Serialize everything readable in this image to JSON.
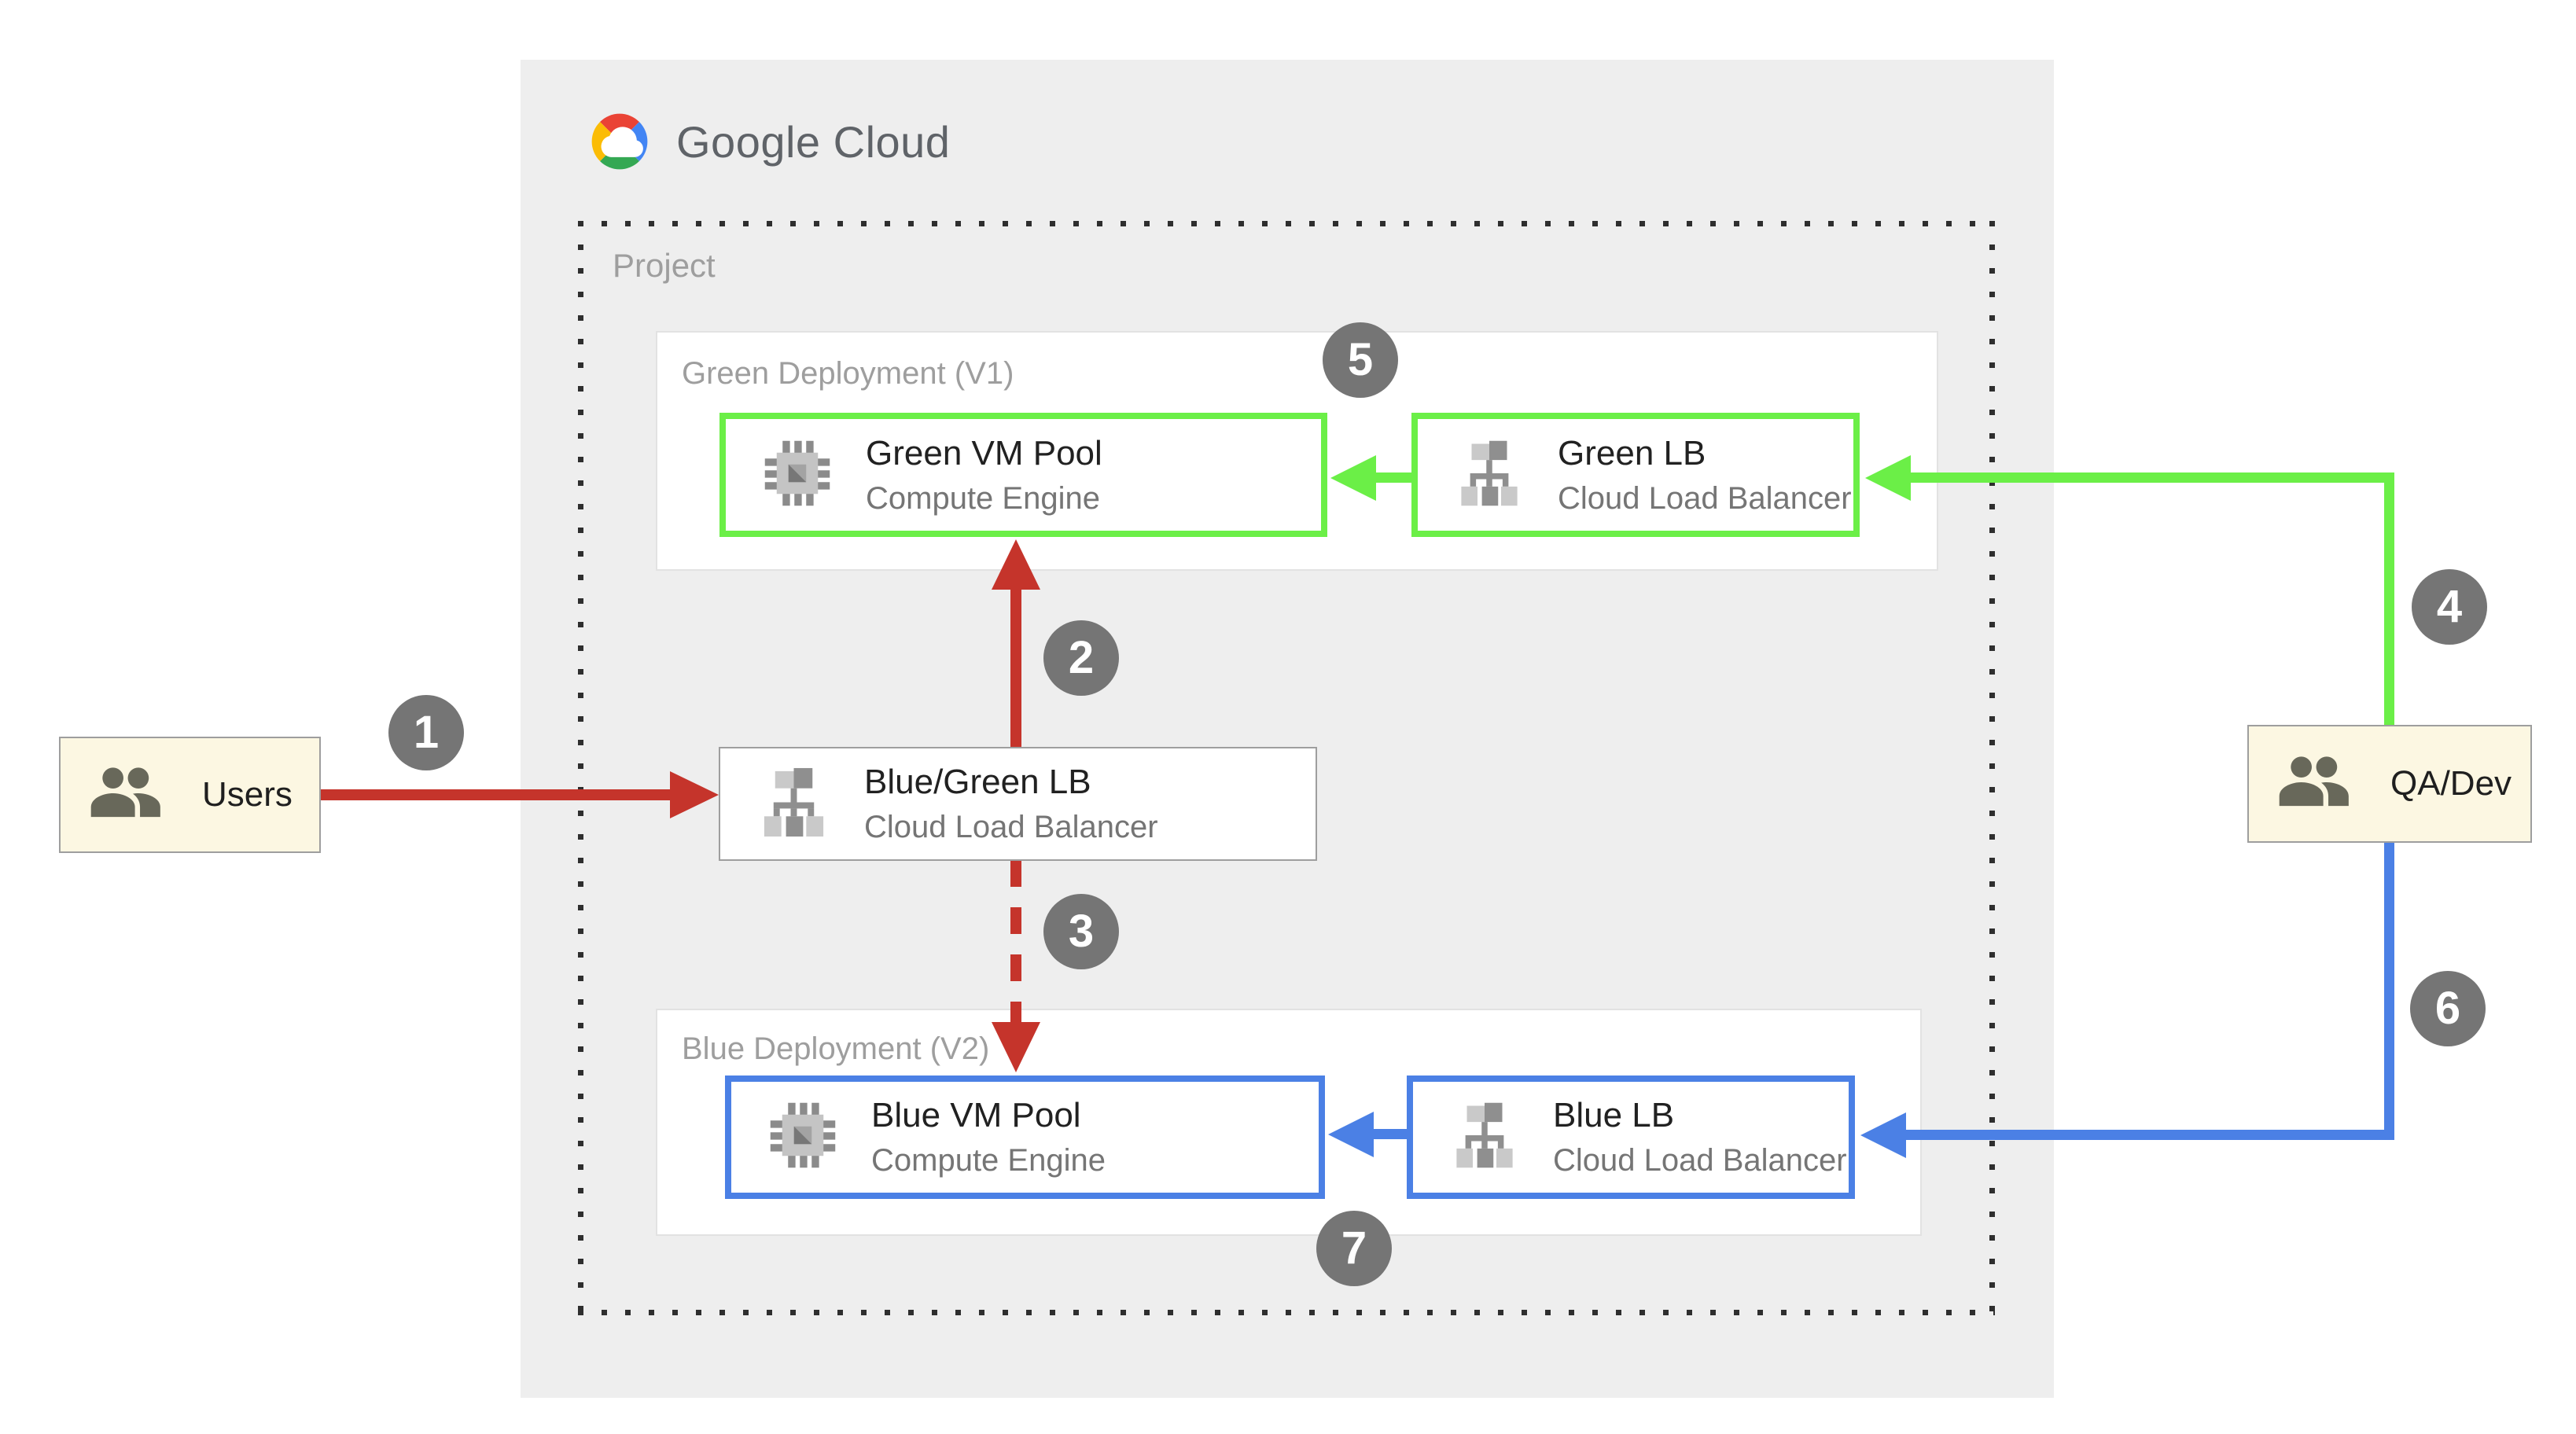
{
  "brand": {
    "name": "Google Cloud"
  },
  "project": {
    "label": "Project"
  },
  "panels": {
    "green": {
      "label": "Green Deployment (V1)"
    },
    "blue": {
      "label": "Blue Deployment (V2)"
    }
  },
  "nodes": {
    "green_vm": {
      "title": "Green VM Pool",
      "subtitle": "Compute Engine",
      "icon": "compute-engine-icon",
      "border_color": "#6BEF47"
    },
    "green_lb": {
      "title": "Green LB",
      "subtitle": "Cloud Load Balancer",
      "icon": "load-balancer-icon",
      "border_color": "#6BEF47"
    },
    "router_lb": {
      "title": "Blue/Green LB",
      "subtitle": "Cloud Load Balancer",
      "icon": "load-balancer-icon",
      "border_color": "#9E9E9E"
    },
    "blue_vm": {
      "title": "Blue VM Pool",
      "subtitle": "Compute Engine",
      "icon": "compute-engine-icon",
      "border_color": "#4B80E5"
    },
    "blue_lb": {
      "title": "Blue LB",
      "subtitle": "Cloud Load Balancer",
      "icon": "load-balancer-icon",
      "border_color": "#4B80E5"
    }
  },
  "actors": {
    "users": {
      "label": "Users",
      "icon": "people-icon"
    },
    "qa_dev": {
      "label": "QA/Dev",
      "icon": "people-icon"
    }
  },
  "steps": [
    "1",
    "2",
    "3",
    "4",
    "5",
    "6",
    "7"
  ],
  "colors": {
    "live_traffic_red": "#C5342B",
    "green_path": "#6BEF47",
    "blue_path": "#4B80E5",
    "step_badge_gray": "#757575",
    "canvas_gray": "#EEEEEE",
    "actor_fill_cream": "#FCF7E2",
    "label_gray": "#9E9E9E",
    "logo_text_gray": "#5F6368"
  }
}
